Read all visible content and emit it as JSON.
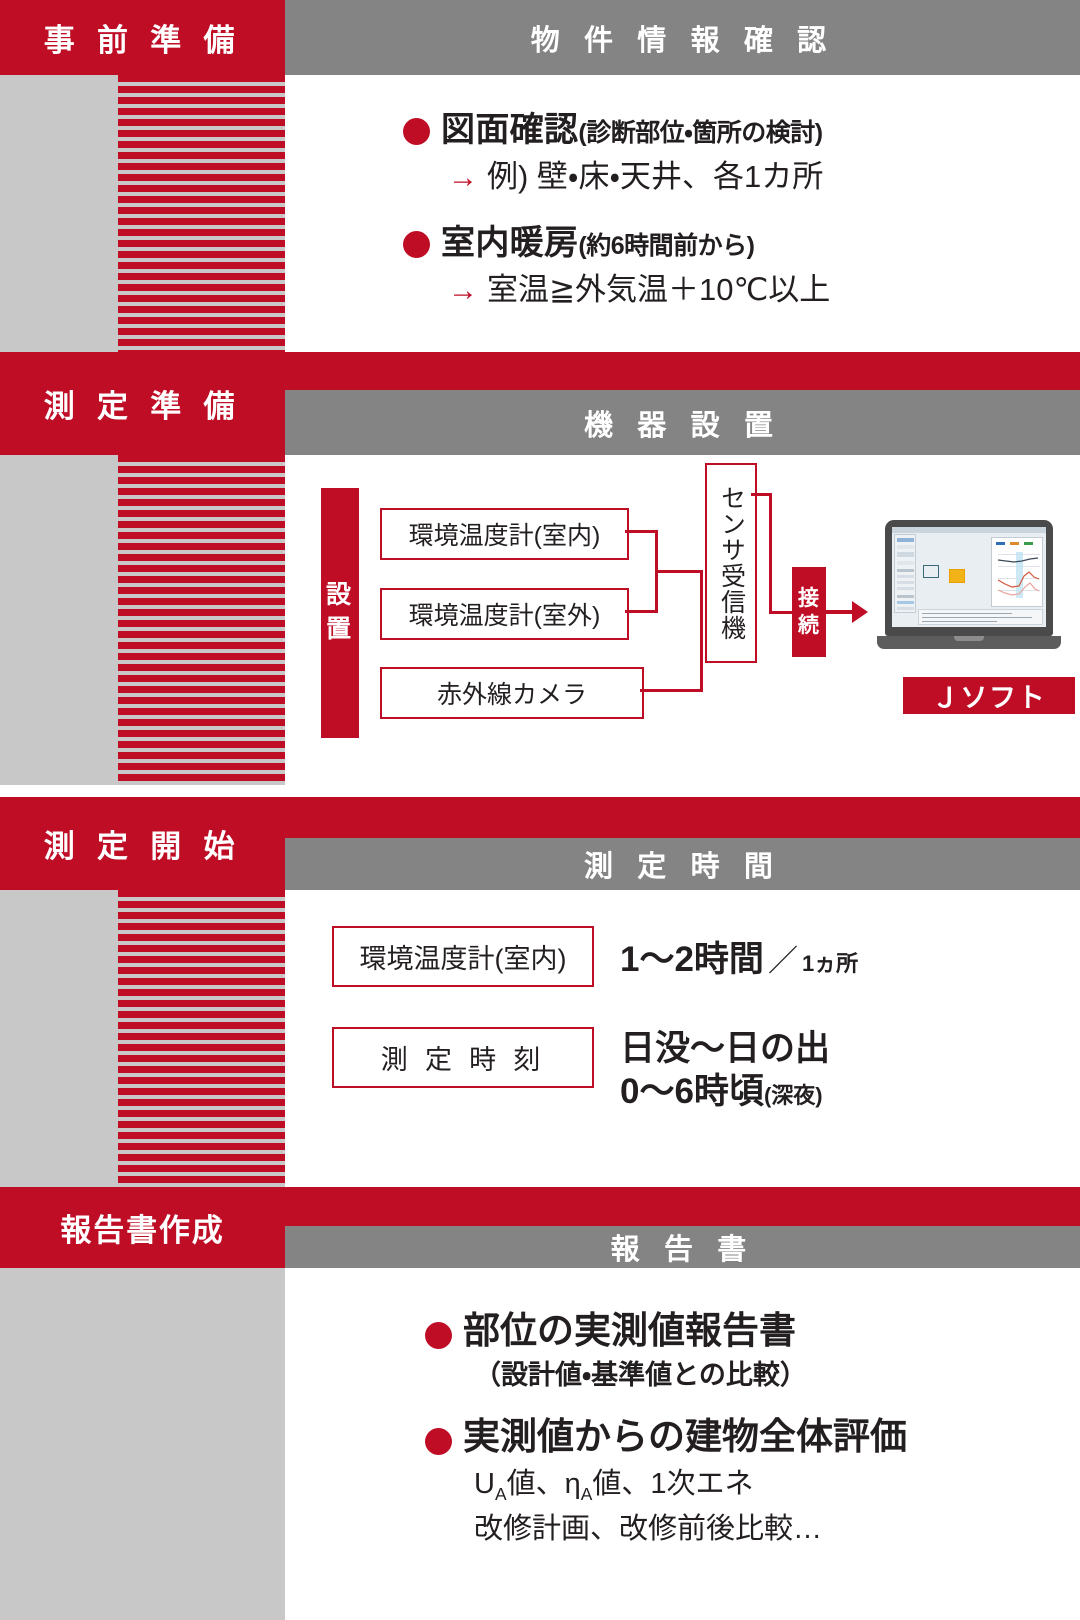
{
  "colors": {
    "brand_red": "#bf0d26",
    "header_gray": "#848484",
    "rail_gray": "#c8c8c8",
    "text_dark": "#231f20",
    "white": "#ffffff"
  },
  "sections": [
    {
      "id": "pre-preparation",
      "stage_label": "事 前 準 備",
      "header_title": "物 件 情 報 確 認",
      "bullets": [
        {
          "main": "図面確認",
          "sub": "(診断部位・箇所の検討)",
          "arrow": "→",
          "arrow_text": "例) 壁・床・天井、各1カ所"
        },
        {
          "main": "室内暖房",
          "sub": "(約6時間前から)",
          "arrow": "→",
          "arrow_text": "室温≧外気温＋10℃以上"
        }
      ]
    },
    {
      "id": "measurement-preparation",
      "stage_label": "測 定 準 備",
      "header_title": "機 器 設 置",
      "diagram": {
        "install_bar_label": "設 置",
        "install_bar_chars": [
          "設",
          "置"
        ],
        "devices": [
          "環境温度計(室内)",
          "環境温度計(室外)",
          "赤外線カメラ"
        ],
        "receiver_label": "センサ受信機",
        "connect_label": "接 続",
        "connect_chars": [
          "接",
          "続"
        ],
        "software_label": "Ｊソフト"
      }
    },
    {
      "id": "measurement-start",
      "stage_label": "測 定 開 始",
      "header_title": "測 定 時 間",
      "rows": [
        {
          "tag": "環境温度計(室内)",
          "value_main": "1〜2時間",
          "value_slash": "／",
          "value_small": "1ヵ所",
          "value_line2": ""
        },
        {
          "tag": "測 定 時 刻",
          "value_main": "日没〜日の出",
          "value_slash": "",
          "value_small": "(深夜)",
          "value_line2": "0〜6時頃"
        }
      ]
    },
    {
      "id": "report-creation",
      "stage_label": "報告書作成",
      "header_title": "報 告 書",
      "bullets": [
        {
          "main": "部位の実測値報告書",
          "sub": "（設計値・基準値との比較）"
        },
        {
          "main": "実測値からの建物全体評価",
          "sub_line1_pre": "U",
          "sub_line1_sub1": "A",
          "sub_line1_mid": "値、η",
          "sub_line1_sub2": "A",
          "sub_line1_post": "値、1次エネ",
          "sub_line2": "改修計画、改修前後比較…"
        }
      ]
    }
  ]
}
